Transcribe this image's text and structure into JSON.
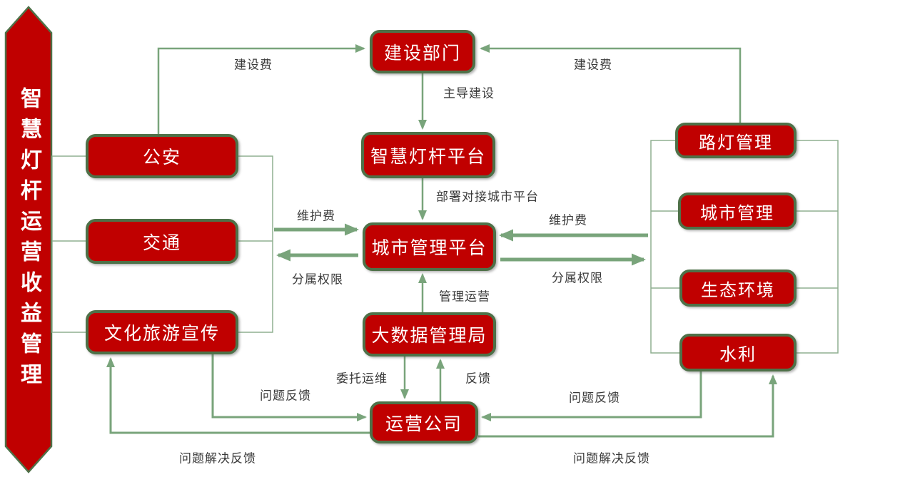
{
  "banner": {
    "text": "智慧灯杆运营收益管理"
  },
  "colors": {
    "box_fill": "#C00000",
    "box_border": "#4E7148",
    "connector_green": "#79A47B",
    "bracket_green": "#8FAF90",
    "label_text": "#3A3A3A",
    "box_text": "#FFFFFF"
  },
  "nodes": {
    "construction_dept": {
      "label": "建设部门"
    },
    "smart_pole_platform": {
      "label": "智慧灯杆平台"
    },
    "city_mgmt_platform": {
      "label": "城市管理平台"
    },
    "big_data_bureau": {
      "label": "大数据管理局"
    },
    "operating_company": {
      "label": "运营公司"
    },
    "public_security": {
      "label": "公安"
    },
    "traffic": {
      "label": "交通"
    },
    "culture_tourism": {
      "label": "文化旅游宣传"
    },
    "street_light_mgmt": {
      "label": "路灯管理"
    },
    "city_mgmt": {
      "label": "城市管理"
    },
    "eco_environment": {
      "label": "生态环境"
    },
    "water_conservancy": {
      "label": "水利"
    }
  },
  "edges": [
    {
      "id": "construction-fee-left",
      "from": "公安",
      "to": "建设部门",
      "label": "建设费"
    },
    {
      "id": "construction-fee-right",
      "from": "路灯管理",
      "to": "建设部门",
      "label": "建设费"
    },
    {
      "id": "lead-construction",
      "from": "建设部门",
      "to": "智慧灯杆平台",
      "label": "主导建设"
    },
    {
      "id": "deploy-connect",
      "from": "智慧灯杆平台",
      "to": "城市管理平台",
      "label": "部署对接城市平台"
    },
    {
      "id": "maintenance-fee-left",
      "from": "左侧部门",
      "to": "城市管理平台",
      "label": "维护费"
    },
    {
      "id": "assigned-rights-left",
      "from": "城市管理平台",
      "to": "左侧部门",
      "label": "分属权限"
    },
    {
      "id": "maintenance-fee-right",
      "from": "右侧部门",
      "to": "城市管理平台",
      "label": "维护费"
    },
    {
      "id": "assigned-rights-right",
      "from": "城市管理平台",
      "to": "右侧部门",
      "label": "分属权限"
    },
    {
      "id": "manage-operate",
      "from": "大数据管理局",
      "to": "城市管理平台",
      "label": "管理运营"
    },
    {
      "id": "entrust-om",
      "from": "大数据管理局",
      "to": "运营公司",
      "label": "委托运维"
    },
    {
      "id": "feedback",
      "from": "运营公司",
      "to": "大数据管理局",
      "label": "反馈"
    },
    {
      "id": "problem-feedback-left",
      "from": "文化旅游宣传",
      "to": "运营公司",
      "label": "问题反馈"
    },
    {
      "id": "problem-resolution-left",
      "from": "运营公司",
      "to": "文化旅游宣传",
      "label": "问题解决反馈"
    },
    {
      "id": "problem-feedback-right",
      "from": "水利",
      "to": "运营公司",
      "label": "问题反馈"
    },
    {
      "id": "problem-resolution-right",
      "from": "运营公司",
      "to": "水利",
      "label": "问题解决反馈"
    }
  ]
}
